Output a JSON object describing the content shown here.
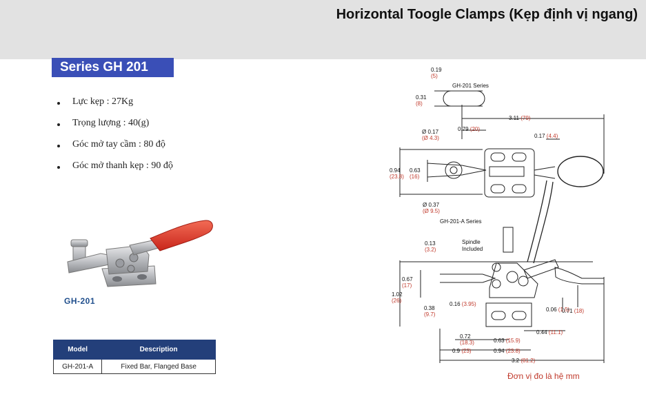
{
  "header": {
    "title": "Horizontal Toogle Clamps (Kẹp định vị ngang)"
  },
  "series": {
    "label": "Series GH 201"
  },
  "specs": [
    "Lực kẹp : 27Kg",
    "Trọng lượng : 40(g)",
    "Góc mở tay cầm : 80 độ",
    "Góc mở thanh kẹp : 90 độ"
  ],
  "product": {
    "caption": "GH-201"
  },
  "table": {
    "headers": [
      "Model",
      "Description"
    ],
    "rows": [
      [
        "GH-201-A",
        "Fixed Bar, Flanged Base"
      ]
    ]
  },
  "drawing": {
    "series_top": "GH-201 Series",
    "series_a": "GH-201-A Series",
    "spindle_1": "Spindle",
    "spindle_2": "Included",
    "dims": [
      [
        "0.19",
        "(5)"
      ],
      [
        "0.31",
        "(8)"
      ],
      [
        "3.11",
        "(79)"
      ],
      [
        "Ø 0.17",
        "(Ø 4.3)"
      ],
      [
        "0.79",
        "(20)"
      ],
      [
        "0.17",
        "(4.4)"
      ],
      [
        "0.94",
        "(23.8)"
      ],
      [
        "0.63",
        "(16)"
      ],
      [
        "Ø 0.37",
        "(Ø 9.5)"
      ],
      [
        "0.13",
        "(3.2)"
      ],
      [
        "0.67",
        "(17)"
      ],
      [
        "1.02",
        "(26)"
      ],
      [
        "0.38",
        "(9.7)"
      ],
      [
        "0.16",
        "(3.95)"
      ],
      [
        "0.06",
        "(1.5)"
      ],
      [
        "0.71",
        "(18)"
      ],
      [
        "0.72",
        "(18.3)"
      ],
      [
        "0.63",
        "(15.9)"
      ],
      [
        "0.44",
        "(11.1)"
      ],
      [
        "0.9",
        "(23)"
      ],
      [
        "0.94",
        "(23.8)"
      ],
      [
        "3.2",
        "(81.2)"
      ]
    ]
  },
  "unit_note": "Đơn vị đo là hệ mm",
  "colors": {
    "header_bg": "#e2e2e2",
    "series_bg": "#3a4fb7",
    "table_header_bg": "#233f7a",
    "dim_red": "#c0392b",
    "handle_red": "#e23b2a"
  }
}
